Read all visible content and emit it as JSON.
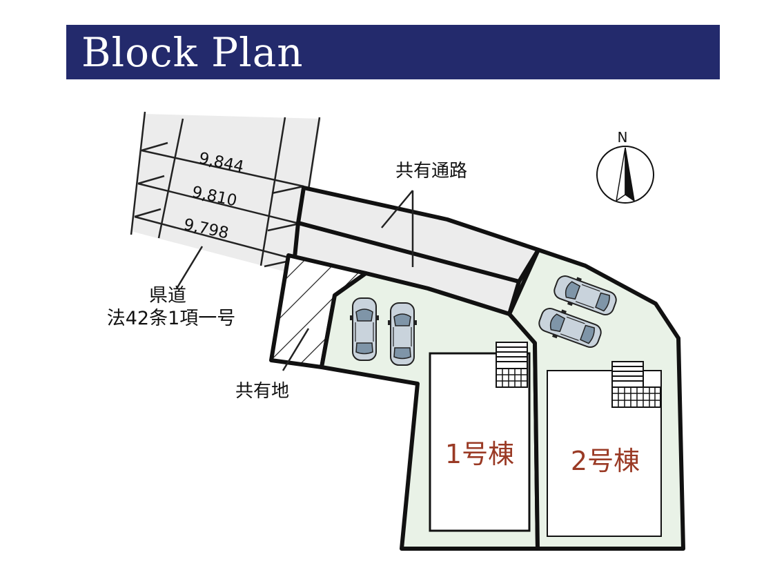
{
  "title": "Block Plan",
  "road": {
    "widths": [
      "9,844",
      "9,810",
      "9,798"
    ],
    "name_line1": "県道",
    "name_line2": "法42条1項一号"
  },
  "shared_passage_label": "共有通路",
  "shared_land_label": "共有地",
  "north_label": "N",
  "buildings": [
    {
      "label": "1号棟"
    },
    {
      "label": "2号棟"
    }
  ],
  "colors": {
    "banner": "#232a6c",
    "lot_fill": "#e9f2e7",
    "road_fill": "#ececec",
    "building_label": "#9a3a25"
  }
}
